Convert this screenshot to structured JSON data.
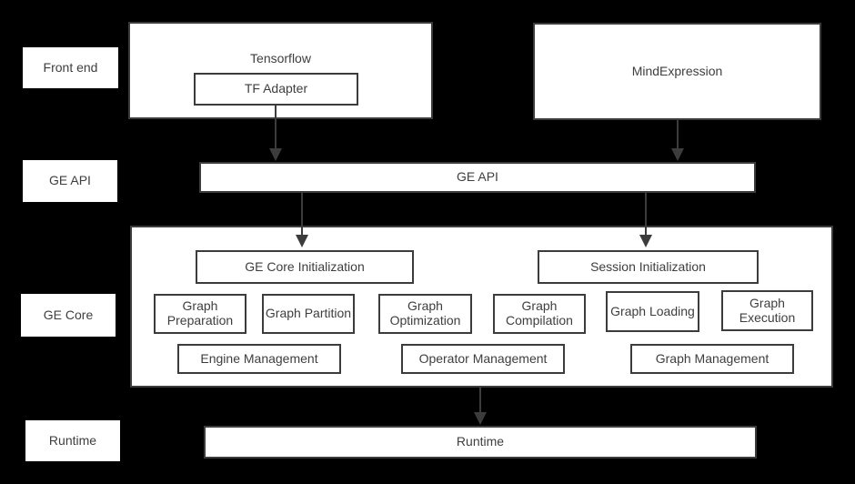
{
  "colors": {
    "background": "#000000",
    "box_fill": "#ffffff",
    "box_border": "#3c3c3c",
    "text": "#3e3e3e",
    "arrow": "#3c3c3c"
  },
  "row_labels": [
    "Front end",
    "GE API",
    "GE Core",
    "Runtime"
  ],
  "front_end": {
    "tensorflow_title": "Tensorflow",
    "tf_adapter_label": "TF Adapter",
    "mind_expression_label": "MindExpression"
  },
  "ge_api": {
    "label": "GE API"
  },
  "ge_core": {
    "initialization": [
      "GE Core Initialization",
      "Session Initialization"
    ],
    "stages": [
      "Graph Preparation",
      "Graph Partition",
      "Graph Optimization",
      "Graph Compilation",
      "Graph Loading",
      "Graph Execution"
    ],
    "management": [
      "Engine Management",
      "Operator Management",
      "Graph Management"
    ]
  },
  "runtime": {
    "label": "Runtime"
  }
}
